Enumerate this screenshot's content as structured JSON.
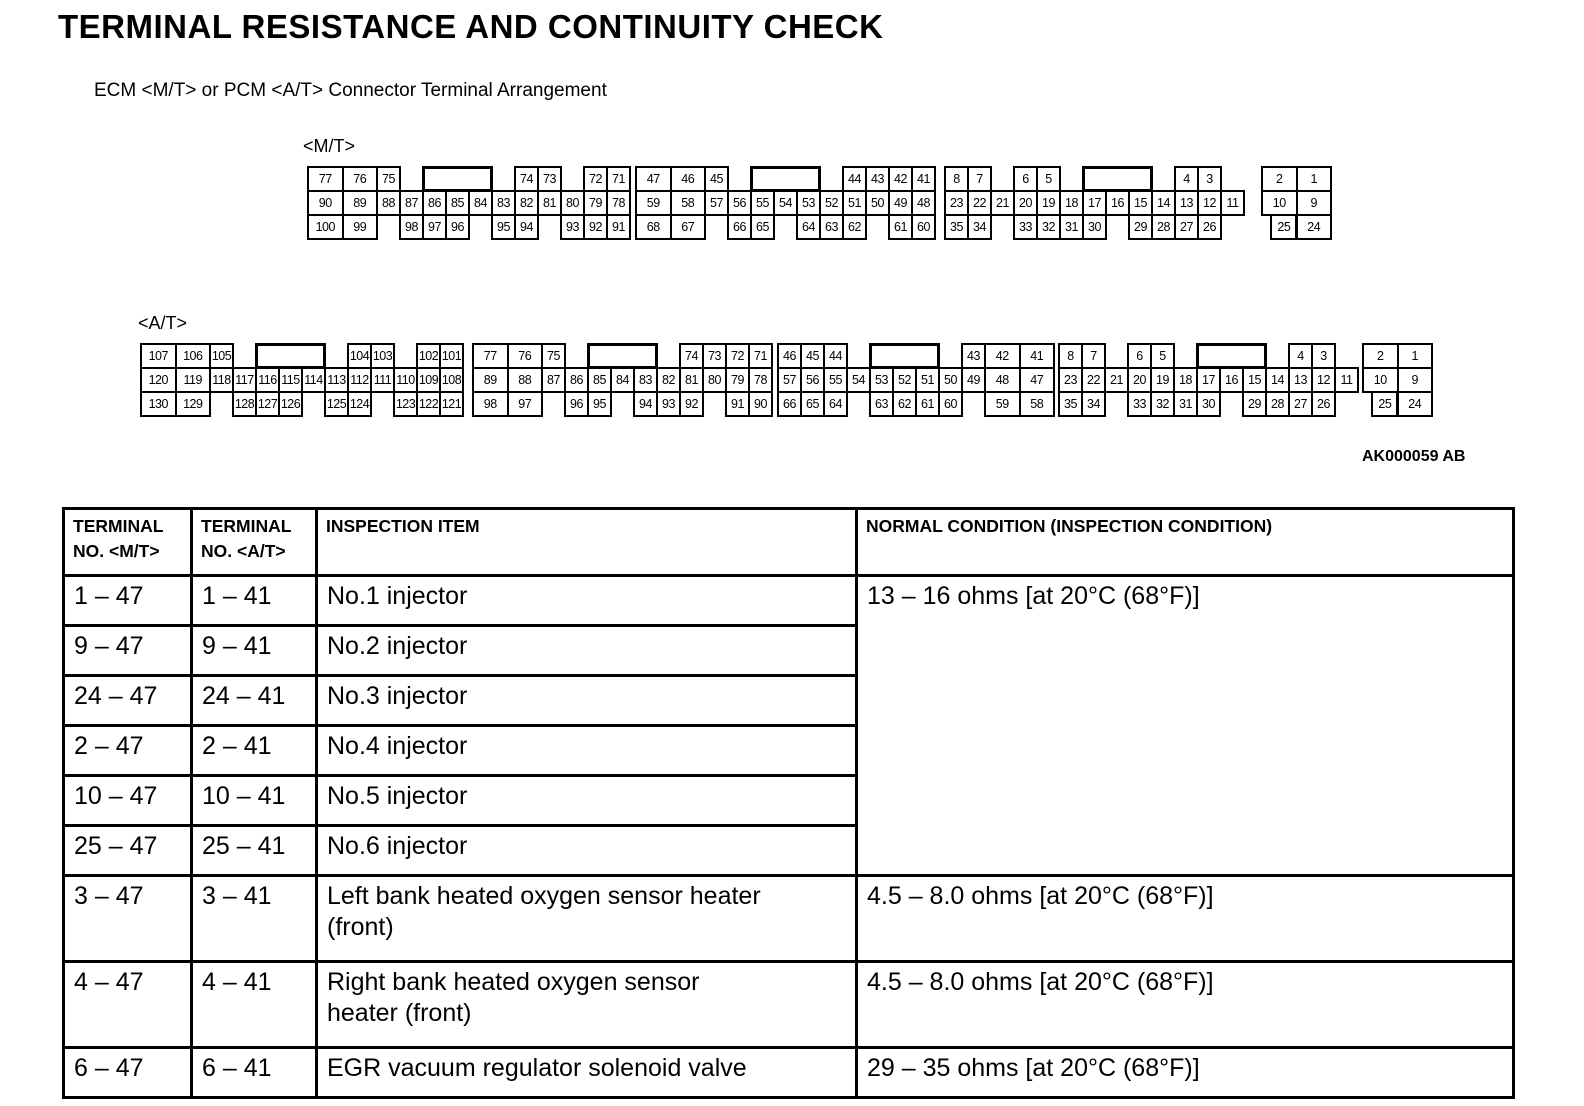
{
  "page": {
    "title": "TERMINAL RESISTANCE AND CONTINUITY CHECK",
    "subtitle": "ECM <M/T> or PCM <A/T> Connector Terminal Arrangement",
    "figure_code": "AK000059 AB"
  },
  "connectors": [
    {
      "label": "<M/T>",
      "blocks": [
        [
          [
            [
              "77",
              1.5
            ],
            [
              "76",
              1.5
            ],
            [
              "75",
              1
            ],
            [
              null,
              1
            ],
            [
              "",
              3
            ],
            [
              null,
              1
            ],
            [
              "74",
              1
            ],
            [
              "73",
              1
            ],
            [
              null,
              1
            ],
            [
              "72",
              1
            ],
            [
              "71",
              1
            ]
          ],
          [
            [
              "90",
              1.5
            ],
            [
              "89",
              1.5
            ],
            [
              "88",
              1
            ],
            [
              "87",
              1
            ],
            [
              "86",
              1
            ],
            [
              "85",
              1
            ],
            [
              "84",
              1
            ],
            [
              "83",
              1
            ],
            [
              "82",
              1
            ],
            [
              "81",
              1
            ],
            [
              "80",
              1
            ],
            [
              "79",
              1
            ],
            [
              "78",
              1
            ]
          ],
          [
            [
              "100",
              1.5
            ],
            [
              "99",
              1.5
            ],
            [
              null,
              1
            ],
            [
              "98",
              1
            ],
            [
              "97",
              1
            ],
            [
              "96",
              1
            ],
            [
              null,
              1
            ],
            [
              "95",
              1
            ],
            [
              "94",
              1
            ],
            [
              null,
              1
            ],
            [
              "93",
              1
            ],
            [
              "92",
              1
            ],
            [
              "91",
              1
            ]
          ]
        ],
        [
          [
            [
              "47",
              1.5
            ],
            [
              "46",
              1.5
            ],
            [
              "45",
              1
            ],
            [
              null,
              1
            ],
            [
              "",
              3
            ],
            [
              null,
              1
            ],
            [
              "44",
              1
            ],
            [
              "43",
              1
            ],
            [
              "42",
              1
            ],
            [
              "41",
              1
            ]
          ],
          [
            [
              "59",
              1.5
            ],
            [
              "58",
              1.5
            ],
            [
              "57",
              1
            ],
            [
              "56",
              1
            ],
            [
              "55",
              1
            ],
            [
              "54",
              1
            ],
            [
              "53",
              1
            ],
            [
              "52",
              1
            ],
            [
              "51",
              1
            ],
            [
              "50",
              1
            ],
            [
              "49",
              1
            ],
            [
              "48",
              1
            ]
          ],
          [
            [
              "68",
              1.5
            ],
            [
              "67",
              1.5
            ],
            [
              null,
              1
            ],
            [
              "66",
              1
            ],
            [
              "65",
              1
            ],
            [
              null,
              1
            ],
            [
              "64",
              1
            ],
            [
              "63",
              1
            ],
            [
              "62",
              1
            ],
            [
              null,
              1
            ],
            [
              "61",
              1
            ],
            [
              "60",
              1
            ]
          ]
        ],
        [
          [
            [
              "8",
              1
            ],
            [
              "7",
              1
            ],
            [
              null,
              1
            ],
            [
              "6",
              1
            ],
            [
              "5",
              1
            ],
            [
              null,
              1
            ],
            [
              "",
              3
            ],
            [
              null,
              1
            ],
            [
              "4",
              1
            ],
            [
              "3",
              1
            ],
            [
              null,
              1
            ]
          ],
          [
            [
              "23",
              1
            ],
            [
              "22",
              1
            ],
            [
              "21",
              1
            ],
            [
              "20",
              1
            ],
            [
              "19",
              1
            ],
            [
              "18",
              1
            ],
            [
              "17",
              1
            ],
            [
              "16",
              1
            ],
            [
              "15",
              1
            ],
            [
              "14",
              1
            ],
            [
              "13",
              1
            ],
            [
              "12",
              1
            ],
            [
              "11",
              1
            ]
          ],
          [
            [
              "35",
              1
            ],
            [
              "34",
              1
            ],
            [
              null,
              1
            ],
            [
              "33",
              1
            ],
            [
              "32",
              1
            ],
            [
              "31",
              1
            ],
            [
              "30",
              1
            ],
            [
              null,
              1
            ],
            [
              "29",
              1
            ],
            [
              "28",
              1
            ],
            [
              "27",
              1
            ],
            [
              "26",
              1
            ],
            [
              null,
              1
            ]
          ]
        ],
        [
          [
            [
              "2",
              1.5
            ],
            [
              "1",
              1.5
            ]
          ],
          [
            [
              "10",
              1.5
            ],
            [
              "9",
              1.5
            ]
          ],
          [
            [
              null,
              0.4
            ],
            [
              "25",
              1.1
            ],
            [
              "24",
              1.5
            ]
          ]
        ]
      ]
    },
    {
      "label": "<A/T>",
      "blocks": [
        [
          [
            [
              "107",
              1.5
            ],
            [
              "106",
              1.5
            ],
            [
              "105",
              1
            ],
            [
              null,
              1
            ],
            [
              "",
              3
            ],
            [
              null,
              1
            ],
            [
              "104",
              1
            ],
            [
              "103",
              1
            ],
            [
              null,
              1
            ],
            [
              "102",
              1
            ],
            [
              "101",
              1
            ]
          ],
          [
            [
              "120",
              1.5
            ],
            [
              "119",
              1.5
            ],
            [
              "118",
              1
            ],
            [
              "117",
              1
            ],
            [
              "116",
              1
            ],
            [
              "115",
              1
            ],
            [
              "114",
              1
            ],
            [
              "113",
              1
            ],
            [
              "112",
              1
            ],
            [
              "111",
              1
            ],
            [
              "110",
              1
            ],
            [
              "109",
              1
            ],
            [
              "108",
              1
            ]
          ],
          [
            [
              "130",
              1.5
            ],
            [
              "129",
              1.5
            ],
            [
              null,
              1
            ],
            [
              "128",
              1
            ],
            [
              "127",
              1
            ],
            [
              "126",
              1
            ],
            [
              null,
              1
            ],
            [
              "125",
              1
            ],
            [
              "124",
              1
            ],
            [
              null,
              1
            ],
            [
              "123",
              1
            ],
            [
              "122",
              1
            ],
            [
              "121",
              1
            ]
          ]
        ],
        [
          [
            [
              "77",
              1.5
            ],
            [
              "76",
              1.5
            ],
            [
              "75",
              1
            ],
            [
              null,
              1
            ],
            [
              "",
              3
            ],
            [
              null,
              1
            ],
            [
              "74",
              1
            ],
            [
              "73",
              1
            ],
            [
              "72",
              1
            ],
            [
              "71",
              1
            ]
          ],
          [
            [
              "89",
              1.5
            ],
            [
              "88",
              1.5
            ],
            [
              "87",
              1
            ],
            [
              "86",
              1
            ],
            [
              "85",
              1
            ],
            [
              "84",
              1
            ],
            [
              "83",
              1
            ],
            [
              "82",
              1
            ],
            [
              "81",
              1
            ],
            [
              "80",
              1
            ],
            [
              "79",
              1
            ],
            [
              "78",
              1
            ]
          ],
          [
            [
              "98",
              1.5
            ],
            [
              "97",
              1.5
            ],
            [
              null,
              1
            ],
            [
              "96",
              1
            ],
            [
              "95",
              1
            ],
            [
              null,
              1
            ],
            [
              "94",
              1
            ],
            [
              "93",
              1
            ],
            [
              "92",
              1
            ],
            [
              null,
              1
            ],
            [
              "91",
              1
            ],
            [
              "90",
              1
            ]
          ]
        ],
        [
          [
            [
              "46",
              1
            ],
            [
              "45",
              1
            ],
            [
              "44",
              1
            ],
            [
              null,
              1
            ],
            [
              "",
              3
            ],
            [
              null,
              1
            ],
            [
              "43",
              1
            ],
            [
              "42",
              1.5
            ],
            [
              "41",
              1.5
            ]
          ],
          [
            [
              "57",
              1
            ],
            [
              "56",
              1
            ],
            [
              "55",
              1
            ],
            [
              "54",
              1
            ],
            [
              "53",
              1
            ],
            [
              "52",
              1
            ],
            [
              "51",
              1
            ],
            [
              "50",
              1
            ],
            [
              "49",
              1
            ],
            [
              "48",
              1.5
            ],
            [
              "47",
              1.5
            ]
          ],
          [
            [
              "66",
              1
            ],
            [
              "65",
              1
            ],
            [
              "64",
              1
            ],
            [
              null,
              1
            ],
            [
              "63",
              1
            ],
            [
              "62",
              1
            ],
            [
              "61",
              1
            ],
            [
              "60",
              1
            ],
            [
              null,
              1
            ],
            [
              "59",
              1.5
            ],
            [
              "58",
              1.5
            ]
          ]
        ],
        [
          [
            [
              "8",
              1
            ],
            [
              "7",
              1
            ],
            [
              null,
              1
            ],
            [
              "6",
              1
            ],
            [
              "5",
              1
            ],
            [
              null,
              1
            ],
            [
              "",
              3
            ],
            [
              null,
              1
            ],
            [
              "4",
              1
            ],
            [
              "3",
              1
            ],
            [
              null,
              1
            ]
          ],
          [
            [
              "23",
              1
            ],
            [
              "22",
              1
            ],
            [
              "21",
              1
            ],
            [
              "20",
              1
            ],
            [
              "19",
              1
            ],
            [
              "18",
              1
            ],
            [
              "17",
              1
            ],
            [
              "16",
              1
            ],
            [
              "15",
              1
            ],
            [
              "14",
              1
            ],
            [
              "13",
              1
            ],
            [
              "12",
              1
            ],
            [
              "11",
              1
            ]
          ],
          [
            [
              "35",
              1
            ],
            [
              "34",
              1
            ],
            [
              null,
              1
            ],
            [
              "33",
              1
            ],
            [
              "32",
              1
            ],
            [
              "31",
              1
            ],
            [
              "30",
              1
            ],
            [
              null,
              1
            ],
            [
              "29",
              1
            ],
            [
              "28",
              1
            ],
            [
              "27",
              1
            ],
            [
              "26",
              1
            ],
            [
              null,
              1
            ]
          ]
        ],
        [
          [
            [
              "2",
              1.5
            ],
            [
              "1",
              1.5
            ]
          ],
          [
            [
              "10",
              1.5
            ],
            [
              "9",
              1.5
            ]
          ],
          [
            [
              null,
              0.4
            ],
            [
              "25",
              1.1
            ],
            [
              "24",
              1.5
            ]
          ]
        ]
      ]
    }
  ],
  "table": {
    "headers": [
      "TERMINAL NO. <M/T>",
      "TERMINAL NO. <A/T>",
      "INSPECTION ITEM",
      "NORMAL CONDITION (INSPECTION CONDITION)"
    ],
    "rows": [
      {
        "mt": "1 – 47",
        "at": "1 – 41",
        "item": "No.1 injector",
        "cond": "13 – 16 ohms [at 20°C (68°F)]",
        "span": 6
      },
      {
        "mt": "9 – 47",
        "at": "9 – 41",
        "item": "No.2 injector"
      },
      {
        "mt": "24 – 47",
        "at": "24 – 41",
        "item": "No.3 injector"
      },
      {
        "mt": "2 – 47",
        "at": "2 – 41",
        "item": "No.4 injector"
      },
      {
        "mt": "10 – 47",
        "at": "10 – 41",
        "item": "No.5 injector"
      },
      {
        "mt": "25 – 47",
        "at": "25 – 41",
        "item": "No.6 injector"
      },
      {
        "mt": "3 – 47",
        "at": "3 – 41",
        "item": "Left bank heated oxygen sensor heater\n(front)",
        "cond": "4.5 – 8.0 ohms [at 20°C (68°F)]",
        "span": 1
      },
      {
        "mt": "4 – 47",
        "at": "4 – 41",
        "item": "Right bank heated oxygen sensor\nheater (front)",
        "cond": "4.5 – 8.0 ohms [at 20°C (68°F)]",
        "span": 1
      },
      {
        "mt": "6 – 47",
        "at": "6 – 41",
        "item": "EGR vacuum regulator solenoid valve",
        "cond": "29 – 35 ohms [at 20°C (68°F)]",
        "span": 1
      }
    ]
  }
}
